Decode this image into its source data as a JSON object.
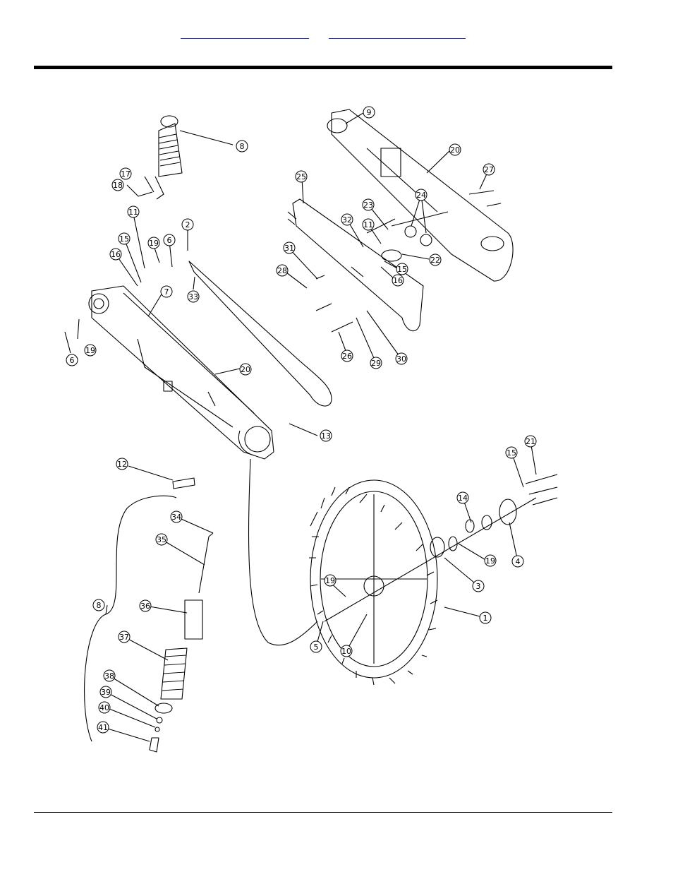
{
  "header": {
    "links": [
      "",
      ""
    ]
  },
  "diagram": {
    "callouts": [
      "1",
      "2",
      "3",
      "4",
      "5",
      "6",
      "6",
      "7",
      "8",
      "8",
      "9",
      "10",
      "11",
      "11",
      "12",
      "13",
      "14",
      "15",
      "15",
      "15",
      "16",
      "16",
      "17",
      "18",
      "19",
      "19",
      "19",
      "19",
      "20",
      "20",
      "21",
      "22",
      "23",
      "24",
      "25",
      "26",
      "27",
      "28",
      "29",
      "30",
      "31",
      "32",
      "33",
      "34",
      "35",
      "36",
      "37",
      "38",
      "39",
      "40",
      "41"
    ]
  }
}
